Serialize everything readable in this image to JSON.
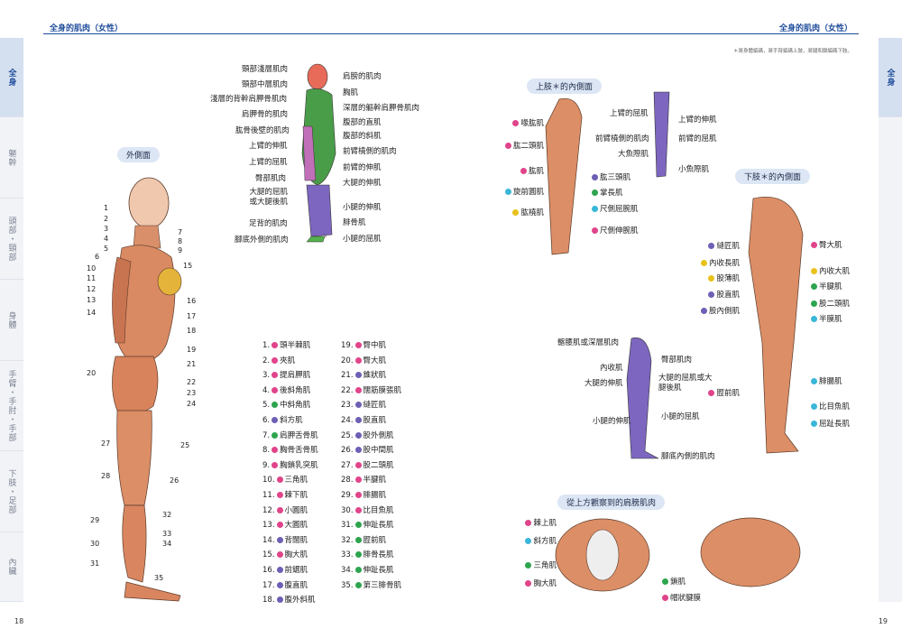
{
  "header": {
    "left_title": "全身的肌肉（女性）",
    "right_title": "全身的肌肉（女性）",
    "note": "＊將身體編碼，將手臂編碼上肢，將腿和腳編碼下肢。"
  },
  "sidebar_left": [
    "全身",
    "軀幹",
    "頭部・頸部",
    "身體",
    "手臂・手肘・手部",
    "下肢・足部",
    "內臟"
  ],
  "sidebar_right": {
    "active": "全身"
  },
  "pills": {
    "outer_view": "外側面",
    "upper_limb_inner": "上肢＊的內側面",
    "lower_limb_inner": "下肢＊的內側面",
    "shoulder_top": "從上方觀察到的肩膀肌肉"
  },
  "back_figure_left_labels": [
    "頸部淺層肌肉",
    "頸部中層肌肉",
    "淺層的背幹肩胛骨肌肉",
    "肩胛骨的肌肉",
    "肱骨後壁的肌肉",
    "上臂的伸肌",
    "上臂的屈肌",
    "臀部肌肉",
    "大腿的屈肌或大腿後肌",
    "足背的肌肉",
    "腳底外側的肌肉"
  ],
  "back_figure_right_labels": [
    "肩膀的肌肉",
    "胸肌",
    "深層的軀幹肩胛骨肌肉",
    "腹部的直肌",
    "腹部的斜肌",
    "前臂橈側的肌肉",
    "前臂的伸肌",
    "大腿的伸肌",
    "小腿的伸肌",
    "腓骨肌",
    "小腿的屈肌"
  ],
  "figure_numbers_left": [
    "1",
    "2",
    "3",
    "4",
    "5",
    "6",
    "10",
    "11",
    "12",
    "13",
    "14",
    "20",
    "27",
    "28",
    "29",
    "30",
    "31"
  ],
  "figure_numbers_right": [
    "7",
    "8",
    "9",
    "15",
    "16",
    "17",
    "18",
    "19",
    "21",
    "22",
    "23",
    "24",
    "25",
    "26",
    "32",
    "33",
    "34",
    "35"
  ],
  "muscle_list_col1": [
    {
      "n": "1.",
      "name": "頭半棘肌",
      "color": "#e0448a"
    },
    {
      "n": "2.",
      "name": "夾肌",
      "color": "#e0448a"
    },
    {
      "n": "3.",
      "name": "提肩胛肌",
      "color": "#e0448a"
    },
    {
      "n": "4.",
      "name": "後斜角肌",
      "color": "#e0448a"
    },
    {
      "n": "5.",
      "name": "中斜角肌",
      "color": "#2da44e"
    },
    {
      "n": "6.",
      "name": "斜方肌",
      "color": "#6c5fb4"
    },
    {
      "n": "7.",
      "name": "肩胛舌骨肌",
      "color": "#2da44e"
    },
    {
      "n": "8.",
      "name": "胸骨舌骨肌",
      "color": "#e0448a"
    },
    {
      "n": "9.",
      "name": "胸鎖乳突肌",
      "color": "#e0448a"
    },
    {
      "n": "10.",
      "name": "三角肌",
      "color": "#e0448a"
    },
    {
      "n": "11.",
      "name": "棘下肌",
      "color": "#e0448a"
    },
    {
      "n": "12.",
      "name": "小圓肌",
      "color": "#e0448a"
    },
    {
      "n": "13.",
      "name": "大圓肌",
      "color": "#e0448a"
    },
    {
      "n": "14.",
      "name": "背闊肌",
      "color": "#6c5fb4"
    },
    {
      "n": "15.",
      "name": "胸大肌",
      "color": "#e0448a"
    },
    {
      "n": "16.",
      "name": "前鋸肌",
      "color": "#6c5fb4"
    },
    {
      "n": "17.",
      "name": "腹直肌",
      "color": "#6c5fb4"
    },
    {
      "n": "18.",
      "name": "腹外斜肌",
      "color": "#6c5fb4"
    }
  ],
  "muscle_list_col2": [
    {
      "n": "19.",
      "name": "臀中肌",
      "color": "#e0448a"
    },
    {
      "n": "20.",
      "name": "臀大肌",
      "color": "#e0448a"
    },
    {
      "n": "21.",
      "name": "錐狀肌",
      "color": "#6c5fb4"
    },
    {
      "n": "22.",
      "name": "闊筋膜張肌",
      "color": "#e0448a"
    },
    {
      "n": "23.",
      "name": "縫匠肌",
      "color": "#6c5fb4"
    },
    {
      "n": "24.",
      "name": "股直肌",
      "color": "#6c5fb4"
    },
    {
      "n": "25.",
      "name": "股外側肌",
      "color": "#6c5fb4"
    },
    {
      "n": "26.",
      "name": "股中間肌",
      "color": "#6c5fb4"
    },
    {
      "n": "27.",
      "name": "股二頭肌",
      "color": "#e0448a"
    },
    {
      "n": "28.",
      "name": "半腱肌",
      "color": "#e0448a"
    },
    {
      "n": "29.",
      "name": "腓腸肌",
      "color": "#e0448a"
    },
    {
      "n": "30.",
      "name": "比目魚肌",
      "color": "#e0448a"
    },
    {
      "n": "31.",
      "name": "伸趾長肌",
      "color": "#2da44e"
    },
    {
      "n": "32.",
      "name": "脛前肌",
      "color": "#2da44e"
    },
    {
      "n": "33.",
      "name": "腓骨長肌",
      "color": "#2da44e"
    },
    {
      "n": "34.",
      "name": "伸趾長肌",
      "color": "#2da44e"
    },
    {
      "n": "35.",
      "name": "第三腓骨肌",
      "color": "#2da44e"
    }
  ],
  "arm_left_labels": [
    {
      "name": "喙肱肌",
      "color": "#e0448a"
    },
    {
      "name": "肱二頭肌",
      "color": "#e0448a"
    },
    {
      "name": "肱肌",
      "color": "#e0448a"
    },
    {
      "name": "旋前圓肌",
      "color": "#3ab6d8"
    },
    {
      "name": "肱橈肌",
      "color": "#e8c21c"
    }
  ],
  "arm_right_labels": [
    {
      "name": "肱三頭肌",
      "color": "#6c5fb4"
    },
    {
      "name": "掌長肌",
      "color": "#2da44e"
    },
    {
      "name": "尺側屈腕肌",
      "color": "#3ab6d8"
    },
    {
      "name": "尺側伸腕肌",
      "color": "#e0448a"
    }
  ],
  "small_arm_left": [
    "上臂的屈肌",
    "前臂橈側的肌肉",
    "大魚際肌"
  ],
  "small_arm_right": [
    "上臂的伸肌",
    "前臂的屈肌",
    "小魚際肌"
  ],
  "leg_small_left": [
    "髂腰肌或深層肌肉",
    "內收肌",
    "大腿的伸肌",
    "小腿的伸肌"
  ],
  "leg_small_right": [
    "臀部肌肉",
    "大腿的屈肌或大腿後肌",
    "小腿的屈肌",
    "腳底內側的肌肉"
  ],
  "leg_left_labels": [
    {
      "name": "縫匠肌",
      "color": "#6c5fb4"
    },
    {
      "name": "內收長肌",
      "color": "#e8c21c"
    },
    {
      "name": "股薄肌",
      "color": "#e8c21c"
    },
    {
      "name": "股直肌",
      "color": "#6c5fb4"
    },
    {
      "name": "股內側肌",
      "color": "#6c5fb4"
    },
    {
      "name": "脛前肌",
      "color": "#e0448a"
    }
  ],
  "leg_right_labels": [
    {
      "name": "臀大肌",
      "color": "#e0448a"
    },
    {
      "name": "內收大肌",
      "color": "#e8c21c"
    },
    {
      "name": "半腱肌",
      "color": "#2da44e"
    },
    {
      "name": "股二頭肌",
      "color": "#2da44e"
    },
    {
      "name": "半膜肌",
      "color": "#3ab6d8"
    },
    {
      "name": "腓腸肌",
      "color": "#3ab6d8"
    },
    {
      "name": "比目魚肌",
      "color": "#3ab6d8"
    },
    {
      "name": "屈趾長肌",
      "color": "#3ab6d8"
    }
  ],
  "shoulder_labels_left": [
    {
      "name": "棘上肌",
      "color": "#e0448a"
    },
    {
      "name": "斜方肌",
      "color": "#3ab6d8"
    },
    {
      "name": "三角肌",
      "color": "#2da44e"
    },
    {
      "name": "胸大肌",
      "color": "#e0448a"
    }
  ],
  "shoulder_labels_right": [
    {
      "name": "鎖肌",
      "color": "#2da44e"
    },
    {
      "name": "帽狀腱膜",
      "color": "#e0448a"
    }
  ],
  "page_numbers": {
    "left": "18",
    "right": "19"
  }
}
